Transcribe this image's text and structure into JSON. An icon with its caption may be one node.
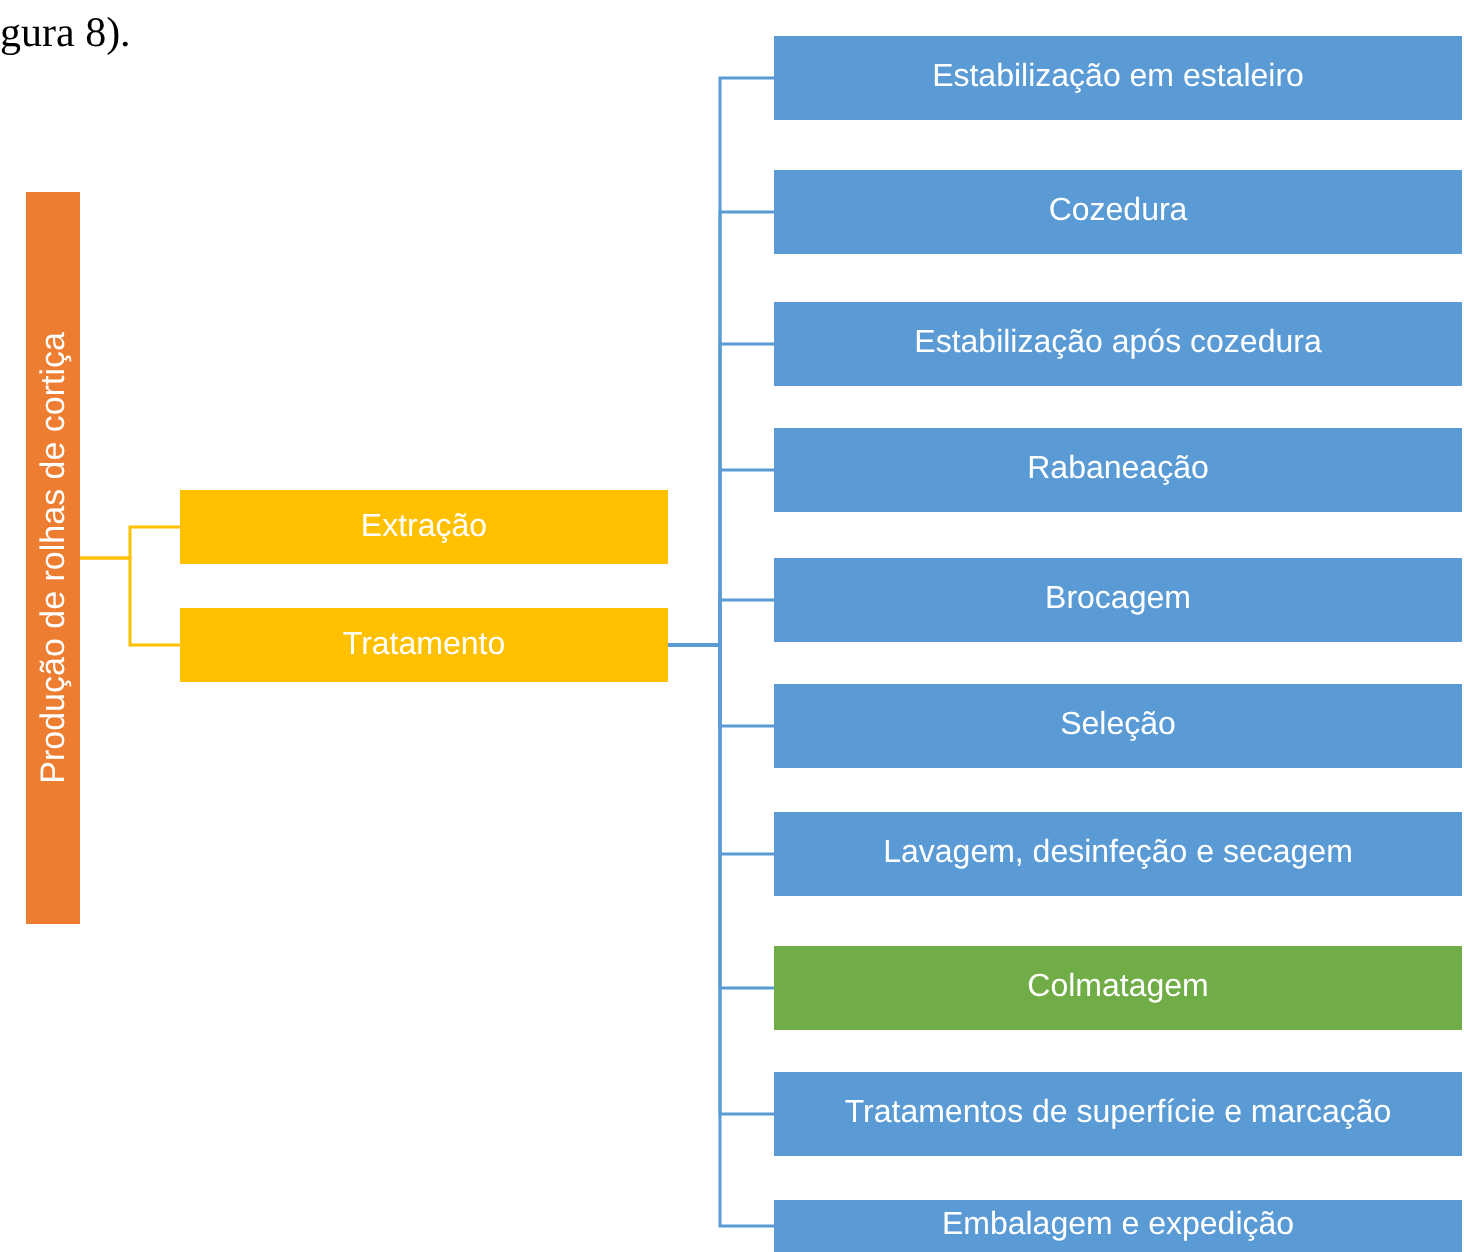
{
  "diagram": {
    "nodes": [
      {
        "text": [
          "Produção de rolhas de cortiça"
        ]
      },
      {
        "text": [
          "Extração"
        ]
      },
      {
        "text": [
          "Tratamento"
        ]
      },
      {
        "text": [
          "Estabilização em estaleiro"
        ]
      },
      {
        "text": [
          "Cozedura"
        ]
      },
      {
        "text": [
          "Estabilização após cozedura"
        ]
      },
      {
        "text": [
          "Rabaneação"
        ]
      },
      {
        "text": [
          "Brocagem"
        ]
      },
      {
        "text": [
          "Seleção"
        ]
      },
      {
        "text": [
          "Lavagem, desinfeção e secagem"
        ]
      },
      {
        "text": [
          "Colmatagem"
        ]
      },
      {
        "text": [
          "Tratamentos de superfície e marcação"
        ]
      },
      {
        "text": [
          "Embalagem e expedição"
        ]
      }
    ],
    "edges": [
      {
        "from": 0,
        "to": 1,
        "arrow": "none",
        "color": "#ffc000"
      },
      {
        "from": 0,
        "to": 2,
        "arrow": "none",
        "color": "#ffc000"
      },
      {
        "from": 2,
        "to": 3,
        "arrow": "none"
      },
      {
        "from": 2,
        "to": 4,
        "arrow": "none"
      },
      {
        "from": 2,
        "to": 5,
        "arrow": "none"
      },
      {
        "from": 2,
        "to": 6,
        "arrow": "none"
      },
      {
        "from": 2,
        "to": 7,
        "arrow": "none"
      },
      {
        "from": 2,
        "to": 8,
        "arrow": "none"
      },
      {
        "from": 2,
        "to": 9,
        "arrow": "none"
      },
      {
        "from": 2,
        "to": 10,
        "arrow": "none"
      },
      {
        "from": 2,
        "to": 11,
        "arrow": "none"
      },
      {
        "from": 2,
        "to": 12,
        "arrow": "none"
      }
    ],
    "labels": [
      "gura 8)."
    ]
  }
}
